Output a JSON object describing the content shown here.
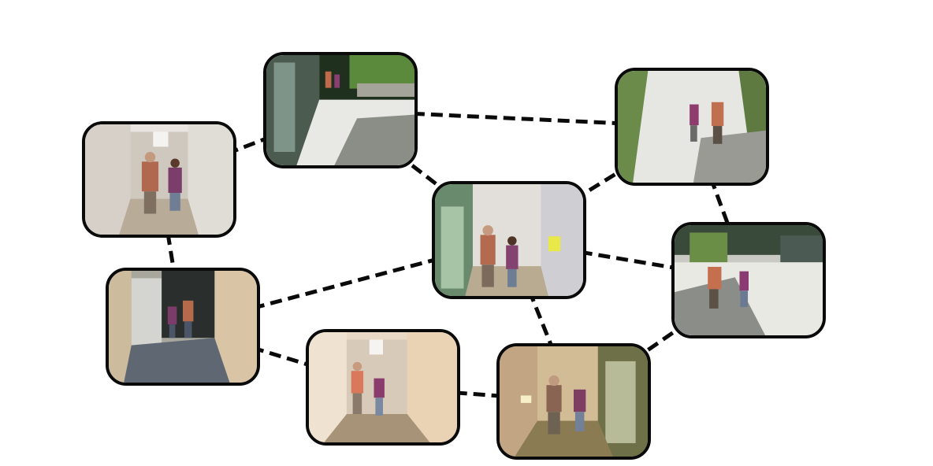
{
  "nodes": [
    {
      "id": "cam1",
      "scene": "indoor-hallway"
    },
    {
      "id": "cam2",
      "scene": "outdoor-courtyard-glass"
    },
    {
      "id": "cam3",
      "scene": "outdoor-walkway-sunny"
    },
    {
      "id": "cam4",
      "scene": "indoor-corridor-glass"
    },
    {
      "id": "cam5",
      "scene": "outdoor-plaza-planters"
    },
    {
      "id": "cam6",
      "scene": "indoor-brick-lobby"
    },
    {
      "id": "cam7",
      "scene": "indoor-long-corridor"
    },
    {
      "id": "cam8",
      "scene": "indoor-corridor-warm"
    }
  ],
  "edges": [
    [
      "cam1",
      "cam2"
    ],
    [
      "cam2",
      "cam3"
    ],
    [
      "cam2",
      "cam4"
    ],
    [
      "cam3",
      "cam4"
    ],
    [
      "cam3",
      "cam5"
    ],
    [
      "cam4",
      "cam5"
    ],
    [
      "cam1",
      "cam6"
    ],
    [
      "cam6",
      "cam4"
    ],
    [
      "cam6",
      "cam7"
    ],
    [
      "cam7",
      "cam8"
    ],
    [
      "cam4",
      "cam8"
    ],
    [
      "cam8",
      "cam5"
    ]
  ],
  "style": {
    "edge_color": "#0a0a0a",
    "frame_border": "#0a0a0a"
  }
}
